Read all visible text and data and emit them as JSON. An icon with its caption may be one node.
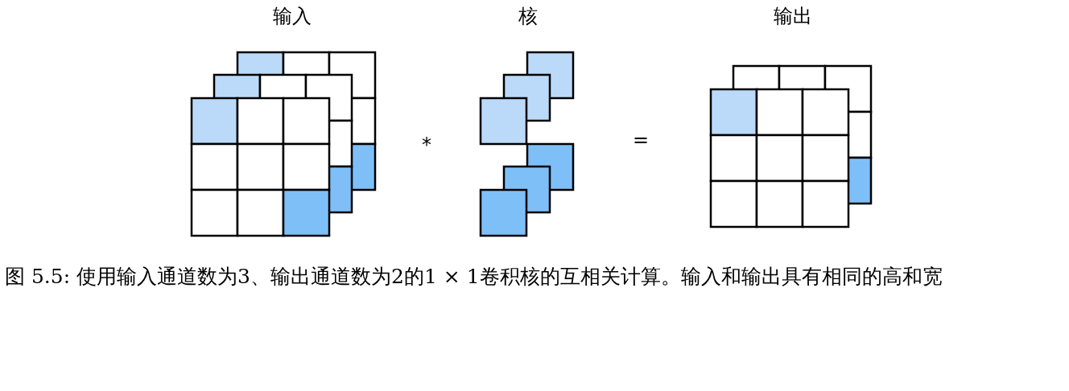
{
  "diagram": {
    "caption": "图 5.5: 使用输入通道数为3、输出通道数为2的1 × 1卷积核的互相关计算。输入和输出具有相同的高和宽",
    "labels": [
      "输入",
      "核",
      "输出",
      "*",
      "="
    ]
  }
}
